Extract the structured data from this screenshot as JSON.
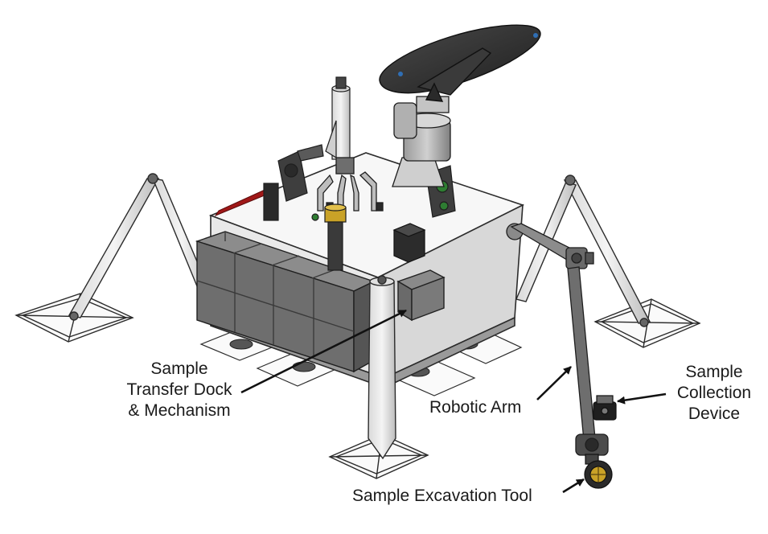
{
  "callouts": {
    "transfer_dock": {
      "lines": [
        "Sample",
        "Transfer Dock",
        "& Mechanism"
      ]
    },
    "robotic_arm": {
      "text": "Robotic Arm"
    },
    "collection_device": {
      "lines": [
        "Sample",
        "Collection",
        "Device"
      ]
    },
    "excavation_tool": {
      "text": "Sample Excavation Tool"
    }
  },
  "colors": {
    "outline": "#2b2b2b",
    "panel_dark": "#6e6e6e",
    "panel_mid": "#9a9a9a",
    "leg_light": "#e6e6e6",
    "deck_top": "#f7f7f7",
    "label_text": "#1a1a1a",
    "accent_red": "#a01818",
    "accent_gold": "#c9a227",
    "accent_green": "#2e7d32",
    "accent_blue": "#2f6fb5"
  }
}
